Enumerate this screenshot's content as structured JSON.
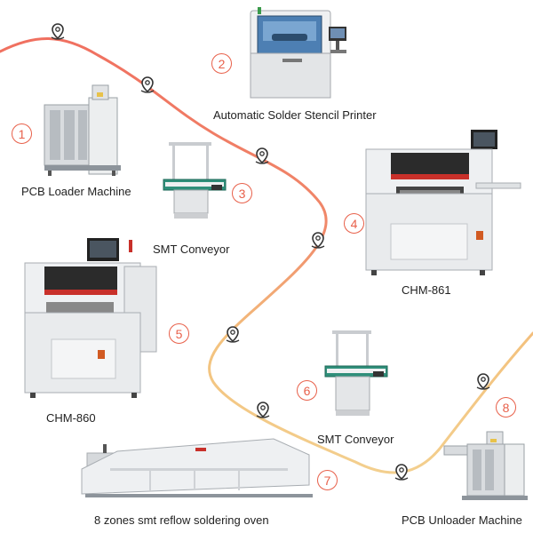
{
  "colors": {
    "route_start": "#f07a68",
    "route_end": "#f4c884",
    "accent": "#e8604a",
    "machine_body": "#e9eaec",
    "machine_dark": "#3a3a3a",
    "machine_red": "#c8302a"
  },
  "steps": [
    {
      "number": "1",
      "label": "PCB Loader Machine",
      "icon": "pcb-loader-machine"
    },
    {
      "number": "2",
      "label": "Automatic Solder Stencil Printer",
      "icon": "solder-stencil-printer"
    },
    {
      "number": "3",
      "label": "SMT Conveyor",
      "icon": "smt-conveyor"
    },
    {
      "number": "4",
      "label": "CHM-861",
      "icon": "pick-and-place-machine"
    },
    {
      "number": "5",
      "label": "CHM-860",
      "icon": "pick-and-place-machine"
    },
    {
      "number": "6",
      "label": "SMT Conveyor",
      "icon": "smt-conveyor"
    },
    {
      "number": "7",
      "label": "8 zones smt reflow soldering oven",
      "icon": "reflow-oven"
    },
    {
      "number": "8",
      "label": "PCB Unloader Machine",
      "icon": "pcb-unloader-machine"
    }
  ],
  "route_marker_icon": "location-pin-icon"
}
